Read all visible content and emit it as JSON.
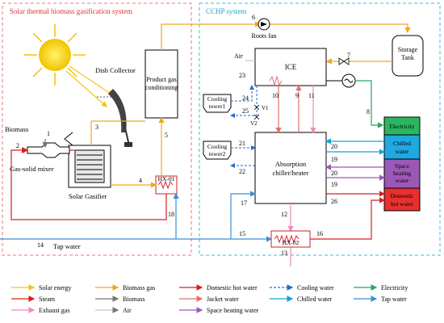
{
  "regions": {
    "left_title": "Solar thermal biomass gasification system",
    "right_title": "CCHP system"
  },
  "components": {
    "dish_collector": "Dish Collector",
    "biomass": "Biomass",
    "gas_solid_mixer": "Gas-solid mixer",
    "solar_gasifier": "Solar Gasifier",
    "product_gas_conditioning": [
      "Product gas",
      "conditioning"
    ],
    "hx01": "HX-01",
    "hx02": "HX-02",
    "roots_fan": "Roots fan",
    "storage_tank": [
      "Storage",
      "Tank"
    ],
    "ice": "ICE",
    "air_input": "Air",
    "cooling_tower1": [
      "Cooling",
      "tower1"
    ],
    "cooling_tower2": [
      "Cooling",
      "tower2"
    ],
    "absorption_chiller": [
      "Absorption",
      "chiller/heater"
    ],
    "tap_water": "Tap water",
    "valve1": "V1",
    "valve2": "V2"
  },
  "outputs": {
    "electricity": "Electricity",
    "chilled_water": [
      "Chilled",
      "water"
    ],
    "space_heating_water": [
      "Space",
      "heating",
      "water"
    ],
    "domestic_hot_water": [
      "Domestic",
      "hot water"
    ]
  },
  "stream_numbers": [
    "1",
    "2",
    "3",
    "4",
    "5",
    "6",
    "7",
    "8",
    "9",
    "10",
    "11",
    "12",
    "13",
    "14",
    "15",
    "16",
    "17",
    "18",
    "19",
    "19",
    "20",
    "20",
    "21",
    "22",
    "23",
    "24",
    "25",
    "26"
  ],
  "legend": [
    {
      "label": "Solar energy",
      "color": "#f5c518",
      "style": "solid"
    },
    {
      "label": "Biomass gas",
      "color": "#f0a820",
      "style": "solid"
    },
    {
      "label": "Domestic hot water",
      "color": "#d62020",
      "style": "solid"
    },
    {
      "label": "Cooling water",
      "color": "#1f6fd1",
      "style": "dashed"
    },
    {
      "label": "Electricity",
      "color": "#22a85a",
      "style": "solid"
    },
    {
      "label": "Steam",
      "color": "#d62020",
      "style": "solid"
    },
    {
      "label": "Biomass",
      "color": "#777777",
      "style": "solid"
    },
    {
      "label": "Jacket water",
      "color": "#e07070",
      "style": "solid"
    },
    {
      "label": "Chilled water",
      "color": "#1aa0d8",
      "style": "solid"
    },
    {
      "label": "Tap water",
      "color": "#3a8fd6",
      "style": "solid"
    },
    {
      "label": "Exhaust gas",
      "color": "#f08ac0",
      "style": "solid"
    },
    {
      "label": "Air",
      "color": "#c8c8c8",
      "style": "solid"
    },
    {
      "label": "Space heating water",
      "color": "#9b59b6",
      "style": "solid"
    }
  ]
}
